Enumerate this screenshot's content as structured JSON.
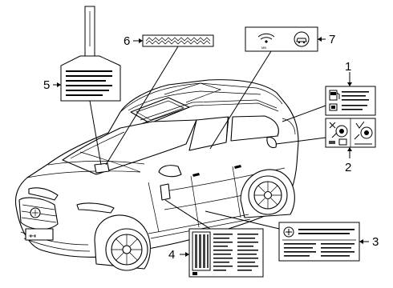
{
  "diagram": {
    "callouts": [
      {
        "id": "1",
        "text": "1"
      },
      {
        "id": "2",
        "text": "2"
      },
      {
        "id": "3",
        "text": "3"
      },
      {
        "id": "4",
        "text": "4"
      },
      {
        "id": "5",
        "text": "5"
      },
      {
        "id": "6",
        "text": "6"
      },
      {
        "id": "7",
        "text": "7"
      }
    ],
    "label7_text": "MB"
  },
  "colors": {
    "line": "#000000",
    "background": "#ffffff"
  },
  "icons": [
    "fuel-pump-icon",
    "tire-icon",
    "wifi-icon",
    "car-icon",
    "wrench-icon"
  ]
}
